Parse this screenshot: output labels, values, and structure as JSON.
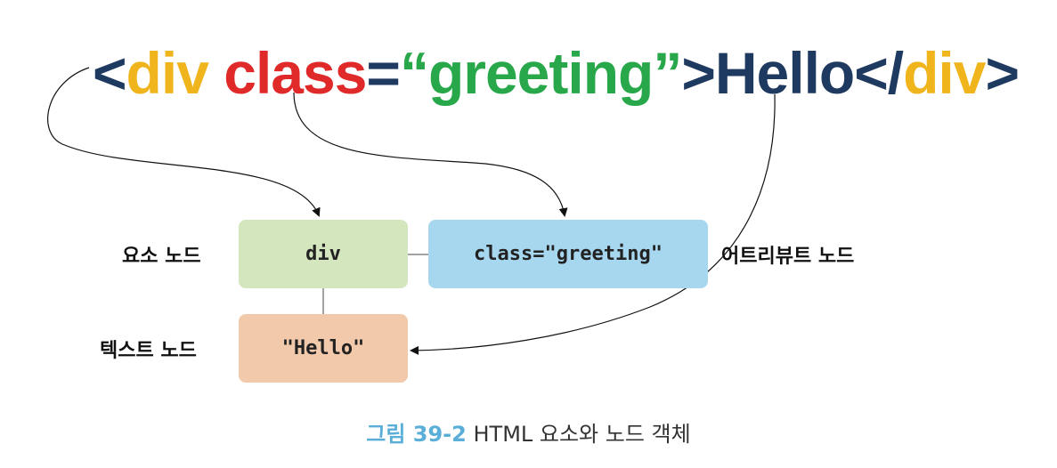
{
  "markup": {
    "tokens": [
      {
        "text": "<",
        "color": "#1f3a60"
      },
      {
        "text": "div",
        "color": "#f0b41c"
      },
      {
        "text": " ",
        "color": "#1f3a60"
      },
      {
        "text": "class",
        "color": "#e02a2a"
      },
      {
        "text": "=",
        "color": "#1f3a60"
      },
      {
        "text": "“greeting”",
        "color": "#28a84a"
      },
      {
        "text": ">Hello</",
        "color": "#1f3a60"
      },
      {
        "text": "div",
        "color": "#f0b41c"
      },
      {
        "text": ">",
        "color": "#1f3a60"
      }
    ]
  },
  "nodes": {
    "element": {
      "value": "div",
      "label": "요소 노드",
      "color": "#d3e6bd"
    },
    "attribute": {
      "value": "class=\"greeting\"",
      "label": "어트리뷰트 노드",
      "color": "#a7d7ef"
    },
    "text": {
      "value": "\"Hello\"",
      "label": "텍스트 노드",
      "color": "#f2c9ab"
    }
  },
  "caption": {
    "figure": "그림 39-2",
    "text": "HTML 요소와 노드 객체"
  }
}
